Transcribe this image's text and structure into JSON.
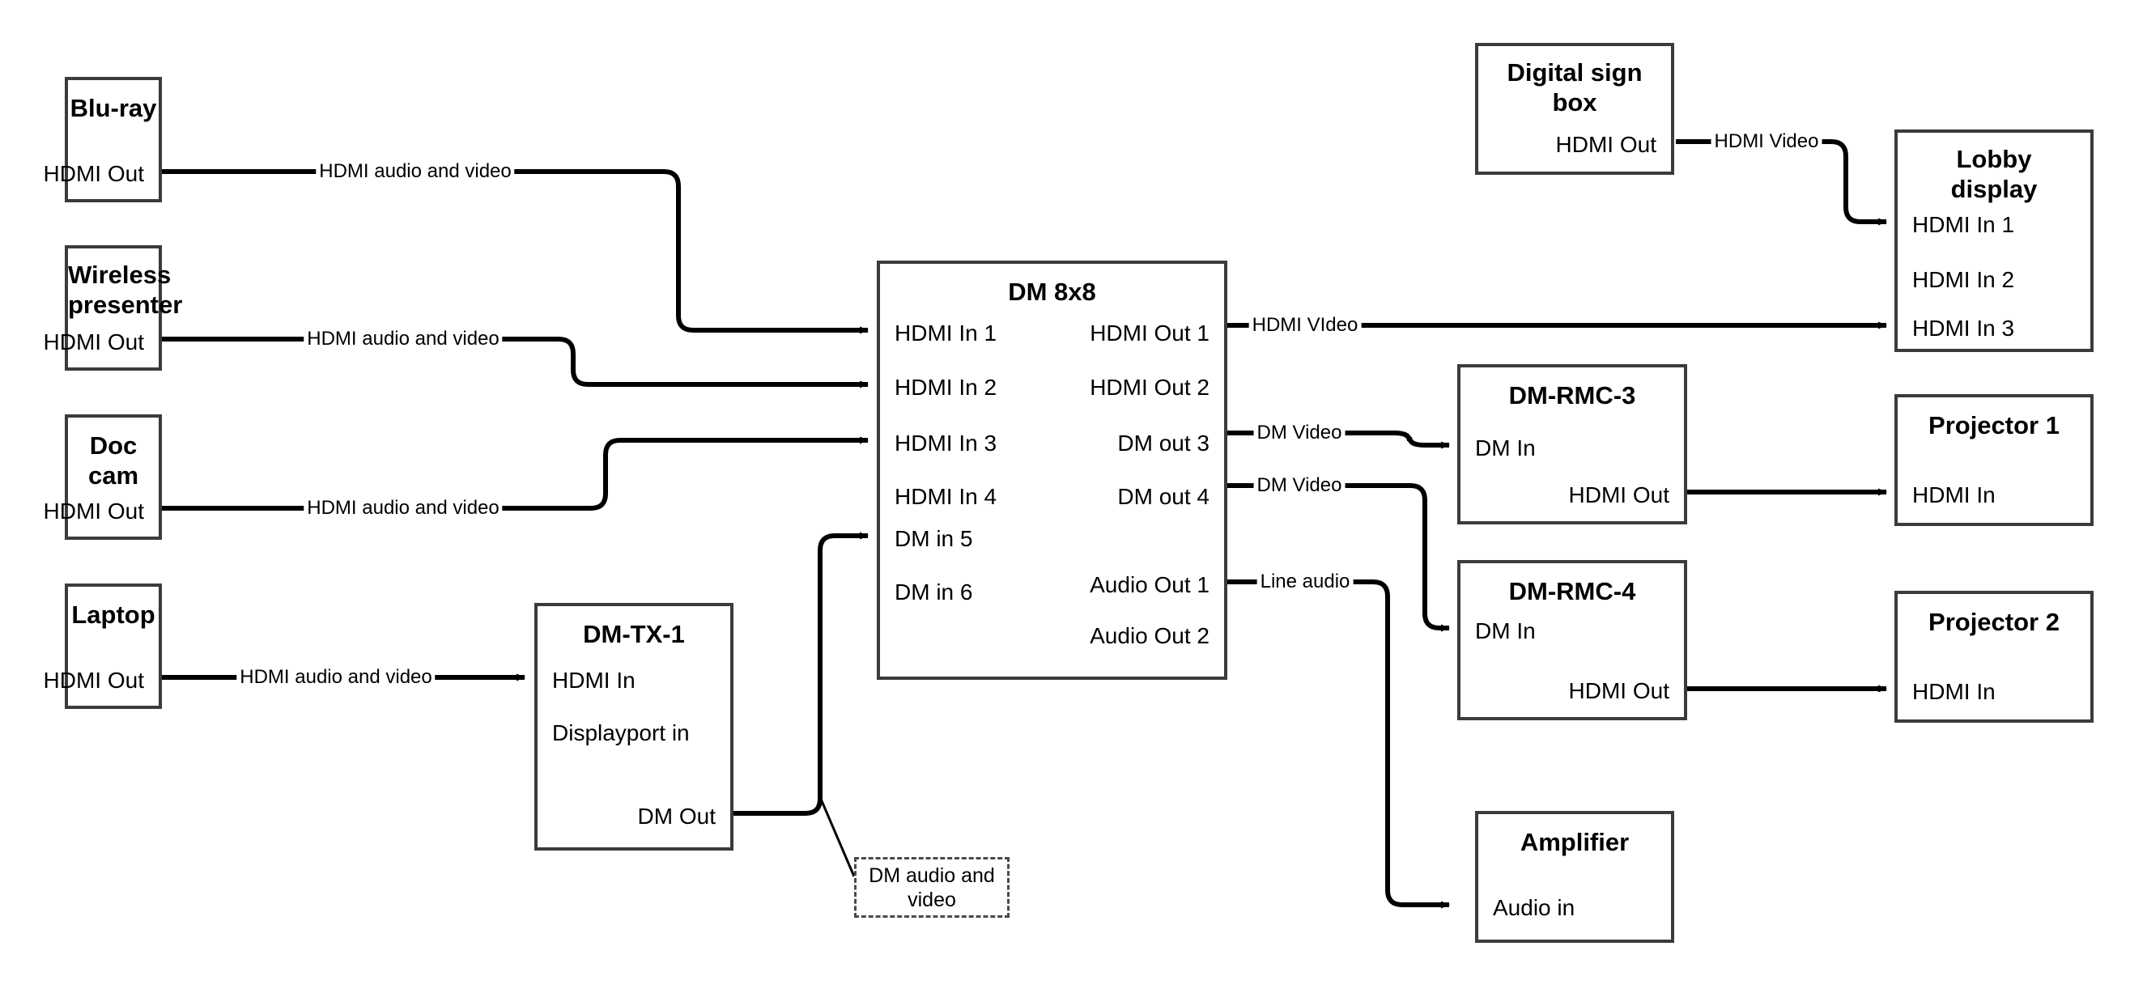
{
  "diagram": {
    "title": "AV signal routing diagram",
    "stroke_color": "#3b3b3b",
    "wire_color": "#000000",
    "background": "#ffffff"
  },
  "nodes": {
    "bluray": {
      "title": "Blu-ray",
      "ports": {
        "out1": "HDMI Out"
      }
    },
    "wireless": {
      "title": "Wireless\npresenter",
      "title_line1": "Wireless",
      "title_line2": "presenter",
      "ports": {
        "out1": "HDMI Out"
      }
    },
    "doccam": {
      "title": "Doc cam",
      "ports": {
        "out1": "HDMI Out"
      }
    },
    "laptop": {
      "title": "Laptop",
      "ports": {
        "out1": "HDMI Out"
      }
    },
    "dmtx1": {
      "title": "DM-TX-1",
      "ports": {
        "in1": "HDMI In",
        "in2": "Displayport in",
        "out1": "DM Out"
      }
    },
    "dm8x8": {
      "title": "DM 8x8",
      "ports": {
        "in1": "HDMI In 1",
        "in2": "HDMI In 2",
        "in3": "HDMI In 3",
        "in4": "HDMI In 4",
        "in5": "DM in 5",
        "in6": "DM in 6",
        "out1": "HDMI Out 1",
        "out2": "HDMI Out 2",
        "out3": "DM out 3",
        "out4": "DM out 4",
        "out5": "Audio Out 1",
        "out6": "Audio Out 2"
      }
    },
    "digitalsign": {
      "title_line1": "Digital sign",
      "title_line2": "box",
      "ports": {
        "out1": "HDMI Out"
      }
    },
    "lobby": {
      "title_line1": "Lobby",
      "title_line2": "display",
      "ports": {
        "in1": "HDMI In 1",
        "in2": "HDMI In 2",
        "in3": "HDMI In 3"
      }
    },
    "rmc3": {
      "title": "DM-RMC-3",
      "ports": {
        "in1": "DM In",
        "out1": "HDMI Out"
      }
    },
    "rmc4": {
      "title": "DM-RMC-4",
      "ports": {
        "in1": "DM In",
        "out1": "HDMI Out"
      }
    },
    "projector1": {
      "title": "Projector 1",
      "ports": {
        "in1": "HDMI In"
      }
    },
    "projector2": {
      "title": "Projector 2",
      "ports": {
        "in1": "HDMI In"
      }
    },
    "amplifier": {
      "title": "Amplifier",
      "ports": {
        "in1": "Audio in"
      }
    }
  },
  "note": {
    "line1": "DM audio and",
    "line2": "video",
    "text": "DM audio and video"
  },
  "wire_labels": {
    "bluray_to_in1": "HDMI audio and video",
    "wireless_to_in2": "HDMI audio and video",
    "doccam_to_in3": "HDMI audio and video",
    "laptop_to_tx": "HDMI audio and video",
    "sign_to_lobby": "HDMI Video",
    "out1_to_lobby3": "HDMI VIdeo",
    "out3_to_rmc3": "DM Video",
    "out4_to_rmc4": "DM Video",
    "audio1_to_amp": "Line audio"
  },
  "connections": [
    {
      "from": "bluray.HDMI Out",
      "to": "dm8x8.HDMI In 1",
      "label": "HDMI audio and video"
    },
    {
      "from": "wireless.HDMI Out",
      "to": "dm8x8.HDMI In 2",
      "label": "HDMI audio and video"
    },
    {
      "from": "doccam.HDMI Out",
      "to": "dm8x8.HDMI In 3",
      "label": "HDMI audio and video"
    },
    {
      "from": "laptop.HDMI Out",
      "to": "dmtx1.HDMI In",
      "label": "HDMI audio and video"
    },
    {
      "from": "dmtx1.DM Out",
      "to": "dm8x8.DM in 5",
      "label": "DM audio and video"
    },
    {
      "from": "dm8x8.HDMI Out 1",
      "to": "lobby.HDMI In 3",
      "label": "HDMI VIdeo"
    },
    {
      "from": "dm8x8.DM out 3",
      "to": "rmc3.DM In",
      "label": "DM Video"
    },
    {
      "from": "dm8x8.DM out 4",
      "to": "rmc4.DM In",
      "label": "DM Video"
    },
    {
      "from": "dm8x8.Audio Out 1",
      "to": "amplifier.Audio in",
      "label": "Line audio"
    },
    {
      "from": "digitalsign.HDMI Out",
      "to": "lobby.HDMI In 1",
      "label": "HDMI Video"
    },
    {
      "from": "rmc3.HDMI Out",
      "to": "projector1.HDMI In",
      "label": ""
    },
    {
      "from": "rmc4.HDMI Out",
      "to": "projector2.HDMI In",
      "label": ""
    }
  ]
}
